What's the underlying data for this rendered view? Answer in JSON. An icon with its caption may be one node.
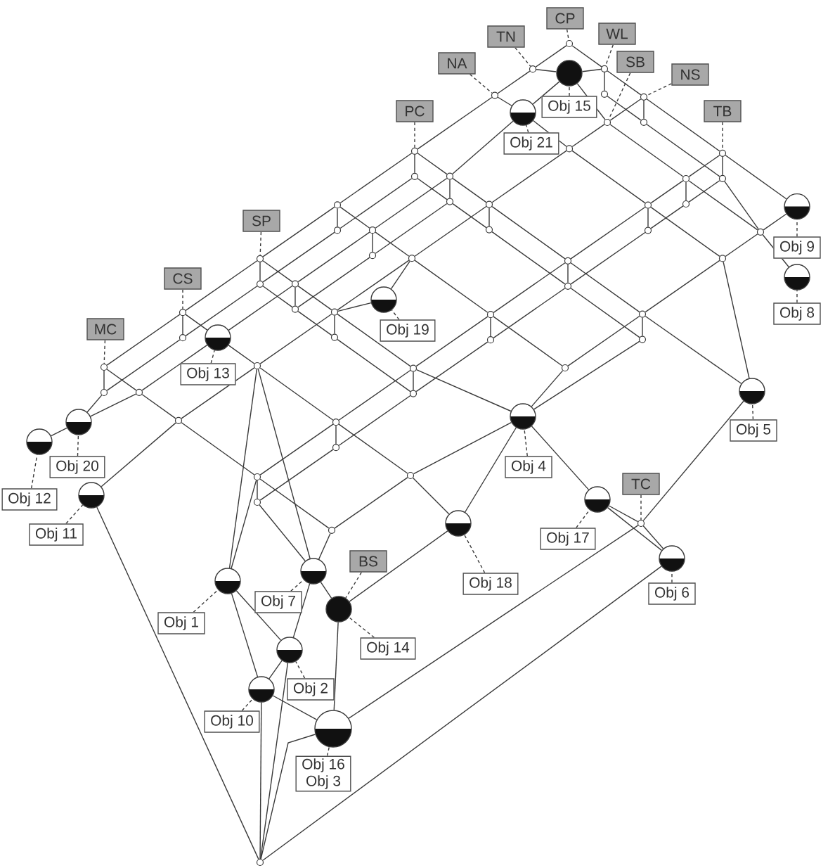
{
  "diagram": {
    "nodes": [
      {
        "text": [],
        "shape": "circle"
      },
      {
        "text": [],
        "shape": "circle"
      },
      {
        "text": [],
        "shape": "circle"
      },
      {
        "text": [],
        "shape": "circle"
      },
      {
        "text": [],
        "shape": "circle"
      },
      {
        "text": [],
        "shape": "circle"
      },
      {
        "text": [],
        "shape": "circle"
      },
      {
        "text": [],
        "shape": "circle"
      },
      {
        "text": [],
        "shape": "circle"
      },
      {
        "text": [],
        "shape": "circle"
      },
      {
        "text": [],
        "shape": "circle"
      },
      {
        "text": [],
        "shape": "circle"
      },
      {
        "text": [],
        "shape": "circle"
      },
      {
        "text": [],
        "shape": "circle"
      },
      {
        "text": [],
        "shape": "circle"
      },
      {
        "text": [],
        "shape": "circle"
      },
      {
        "text": [],
        "shape": "circle"
      },
      {
        "text": [],
        "shape": "circle"
      },
      {
        "text": [],
        "shape": "circle"
      },
      {
        "text": [],
        "shape": "circle"
      },
      {
        "text": [],
        "shape": "circle"
      },
      {
        "text": [],
        "shape": "circle"
      },
      {
        "text": [],
        "shape": "circle"
      },
      {
        "text": [],
        "shape": "circle"
      },
      {
        "text": [],
        "shape": "circle"
      },
      {
        "text": [],
        "shape": "circle"
      },
      {
        "text": [],
        "shape": "circle"
      },
      {
        "text": [],
        "shape": "circle"
      },
      {
        "text": [],
        "shape": "circle"
      },
      {
        "text": [],
        "shape": "circle"
      },
      {
        "text": [],
        "shape": "circle"
      },
      {
        "text": [],
        "shape": "circle"
      },
      {
        "text": [],
        "shape": "circle"
      },
      {
        "text": [],
        "shape": "circle"
      },
      {
        "text": [],
        "shape": "circle"
      },
      {
        "text": [],
        "shape": "circle"
      },
      {
        "text": [],
        "shape": "circle"
      },
      {
        "text": [],
        "shape": "circle"
      },
      {
        "text": [],
        "shape": "circle"
      },
      {
        "text": [],
        "shape": "circle"
      },
      {
        "text": [],
        "shape": "circle"
      },
      {
        "text": [],
        "shape": "circle"
      },
      {
        "text": [],
        "shape": "circle"
      },
      {
        "text": [],
        "shape": "circle"
      },
      {
        "text": [],
        "shape": "circle"
      },
      {
        "text": [],
        "shape": "circle"
      },
      {
        "text": [],
        "shape": "circle"
      },
      {
        "text": [],
        "shape": "circle"
      },
      {
        "text": [],
        "shape": "circle"
      },
      {
        "text": [],
        "shape": "circle"
      },
      {
        "text": [],
        "shape": "circle"
      },
      {
        "text": [],
        "shape": "circle"
      },
      {
        "text": [],
        "shape": "circle"
      },
      {
        "text": [],
        "shape": "circle"
      },
      {
        "text": [],
        "shape": "circle"
      },
      {
        "text": [],
        "shape": "circle"
      },
      {
        "text": [],
        "shape": "circle"
      },
      {
        "text": [
          "CP"
        ]
      },
      {
        "text": [
          "TN"
        ]
      },
      {
        "text": [
          "WL"
        ]
      },
      {
        "text": [
          "NA"
        ]
      },
      {
        "text": [
          "SB"
        ]
      },
      {
        "text": [
          "NS"
        ]
      },
      {
        "text": [
          "PC"
        ]
      },
      {
        "text": [
          "Obj 15"
        ]
      },
      {
        "text": [
          "TB"
        ]
      },
      {
        "text": [
          "Obj 21"
        ]
      },
      {
        "text": [
          "SP"
        ]
      },
      {
        "text": [
          "Obj 9"
        ]
      },
      {
        "text": [
          "CS"
        ]
      },
      {
        "text": [
          "Obj 8"
        ]
      },
      {
        "text": [
          "MC"
        ]
      },
      {
        "text": [
          "Obj 19"
        ]
      },
      {
        "text": [
          "Obj 13"
        ]
      },
      {
        "text": [
          "Obj 5"
        ]
      },
      {
        "text": [
          "Obj 4"
        ]
      },
      {
        "text": [
          "Obj 20"
        ]
      },
      {
        "text": [
          "TC"
        ]
      },
      {
        "text": [
          "Obj 12"
        ]
      },
      {
        "text": [
          "Obj 11"
        ]
      },
      {
        "text": [
          "Obj 17"
        ]
      },
      {
        "text": [
          "BS"
        ]
      },
      {
        "text": [
          "Obj 18"
        ]
      },
      {
        "text": [
          "Obj 6"
        ]
      },
      {
        "text": [
          "Obj 7"
        ]
      },
      {
        "text": [
          "Obj 1"
        ]
      },
      {
        "text": [
          "Obj 14"
        ]
      },
      {
        "text": [
          "Obj 2"
        ]
      },
      {
        "text": [
          "Obj 10"
        ]
      },
      {
        "text": [
          "Obj 16",
          "Obj 3"
        ]
      },
      {
        "text": [],
        "shape": "circle"
      },
      {
        "text": [],
        "shape": "circle"
      },
      {
        "text": [],
        "shape": "circle"
      },
      {
        "text": [],
        "shape": "circle"
      },
      {
        "text": [],
        "shape": "circle"
      },
      {
        "text": [],
        "shape": "circle"
      },
      {
        "text": [],
        "shape": "circle"
      },
      {
        "text": [],
        "shape": "circle"
      },
      {
        "text": [],
        "shape": "circle"
      },
      {
        "text": [],
        "shape": "circle"
      },
      {
        "text": [],
        "shape": "circle"
      },
      {
        "text": [],
        "shape": "circle"
      },
      {
        "text": [],
        "shape": "circle"
      },
      {
        "text": [],
        "shape": "circle"
      },
      {
        "text": [],
        "shape": "circle"
      },
      {
        "text": [],
        "shape": "circle"
      },
      {
        "text": [],
        "shape": "circle"
      },
      {
        "text": [],
        "shape": "circle"
      },
      {
        "text": [],
        "shape": "circle"
      },
      {
        "text": [],
        "shape": "circle"
      },
      {
        "text": [],
        "shape": "circle"
      }
    ],
    "edges": [
      {
        "from": 0,
        "to": 5,
        "arrow": "none"
      },
      {
        "from": 5,
        "to": 9,
        "arrow": "none"
      },
      {
        "from": 9,
        "to": 14,
        "arrow": "none"
      },
      {
        "from": 14,
        "to": 19,
        "arrow": "none"
      },
      {
        "from": 19,
        "to": 24,
        "arrow": "none"
      },
      {
        "from": 24,
        "to": 29,
        "arrow": "none"
      },
      {
        "from": 29,
        "to": 34,
        "arrow": "none"
      },
      {
        "from": 1,
        "to": 39,
        "arrow": "none"
      },
      {
        "from": 39,
        "to": 10,
        "arrow": "none"
      },
      {
        "from": 10,
        "to": 15,
        "arrow": "none"
      },
      {
        "from": 15,
        "to": 20,
        "arrow": "none"
      },
      {
        "from": 20,
        "to": 25,
        "arrow": "none"
      },
      {
        "from": 25,
        "to": 30,
        "arrow": "none"
      },
      {
        "from": 30,
        "to": 35,
        "arrow": "none"
      },
      {
        "from": 2,
        "to": 6,
        "arrow": "none"
      },
      {
        "from": 6,
        "to": 11,
        "arrow": "none"
      },
      {
        "from": 11,
        "to": 16,
        "arrow": "none"
      },
      {
        "from": 16,
        "to": 21,
        "arrow": "none"
      },
      {
        "from": 21,
        "to": 26,
        "arrow": "none"
      },
      {
        "from": 26,
        "to": 31,
        "arrow": "none"
      },
      {
        "from": 31,
        "to": 36,
        "arrow": "none"
      },
      {
        "from": 3,
        "to": 7,
        "arrow": "none"
      },
      {
        "from": 7,
        "to": 12,
        "arrow": "none"
      },
      {
        "from": 12,
        "to": 17,
        "arrow": "none"
      },
      {
        "from": 17,
        "to": 22,
        "arrow": "none"
      },
      {
        "from": 22,
        "to": 27,
        "arrow": "none"
      },
      {
        "from": 27,
        "to": 32,
        "arrow": "none"
      },
      {
        "from": 32,
        "to": 37,
        "arrow": "none"
      },
      {
        "from": 4,
        "to": 8,
        "arrow": "none"
      },
      {
        "from": 8,
        "to": 13,
        "arrow": "none"
      },
      {
        "from": 13,
        "to": 18,
        "arrow": "none"
      },
      {
        "from": 18,
        "to": 23,
        "arrow": "none"
      },
      {
        "from": 23,
        "to": 28,
        "arrow": "none"
      },
      {
        "from": 28,
        "to": 33,
        "arrow": "none"
      },
      {
        "from": 33,
        "to": 38,
        "arrow": "none"
      },
      {
        "from": 0,
        "to": 1,
        "arrow": "none"
      },
      {
        "from": 1,
        "to": 2,
        "arrow": "none"
      },
      {
        "from": 2,
        "to": 3,
        "arrow": "none"
      },
      {
        "from": 3,
        "to": 4,
        "arrow": "none"
      },
      {
        "from": 5,
        "to": 39,
        "arrow": "none"
      },
      {
        "from": 39,
        "to": 6,
        "arrow": "none"
      },
      {
        "from": 6,
        "to": 7,
        "arrow": "none"
      },
      {
        "from": 7,
        "to": 8,
        "arrow": "none"
      },
      {
        "from": 9,
        "to": 10,
        "arrow": "none"
      },
      {
        "from": 10,
        "to": 11,
        "arrow": "none"
      },
      {
        "from": 11,
        "to": 12,
        "arrow": "none"
      },
      {
        "from": 12,
        "to": 13,
        "arrow": "none"
      },
      {
        "from": 14,
        "to": 15,
        "arrow": "none"
      },
      {
        "from": 15,
        "to": 16,
        "arrow": "none"
      },
      {
        "from": 16,
        "to": 17,
        "arrow": "none"
      },
      {
        "from": 17,
        "to": 18,
        "arrow": "none"
      },
      {
        "from": 19,
        "to": 20,
        "arrow": "none"
      },
      {
        "from": 20,
        "to": 21,
        "arrow": "none"
      },
      {
        "from": 21,
        "to": 22,
        "arrow": "none"
      },
      {
        "from": 22,
        "to": 23,
        "arrow": "none"
      },
      {
        "from": 24,
        "to": 25,
        "arrow": "none"
      },
      {
        "from": 25,
        "to": 26,
        "arrow": "none"
      },
      {
        "from": 26,
        "to": 27,
        "arrow": "none"
      },
      {
        "from": 27,
        "to": 28,
        "arrow": "none"
      },
      {
        "from": 29,
        "to": 30,
        "arrow": "none"
      },
      {
        "from": 30,
        "to": 31,
        "arrow": "none"
      },
      {
        "from": 31,
        "to": 32,
        "arrow": "none"
      },
      {
        "from": 32,
        "to": 33,
        "arrow": "none"
      },
      {
        "from": 34,
        "to": 35,
        "arrow": "none"
      },
      {
        "from": 35,
        "to": 36,
        "arrow": "none"
      },
      {
        "from": 36,
        "to": 37,
        "arrow": "none"
      },
      {
        "from": 37,
        "to": 38,
        "arrow": "none"
      },
      {
        "from": 8,
        "to": 41,
        "arrow": "none"
      },
      {
        "from": 18,
        "to": 42,
        "arrow": "none"
      },
      {
        "from": 13,
        "to": 42,
        "arrow": "none"
      },
      {
        "from": 28,
        "to": 43,
        "arrow": "none"
      },
      {
        "from": 43,
        "to": 44,
        "arrow": "none"
      },
      {
        "from": 42,
        "to": 44,
        "arrow": "none"
      },
      {
        "from": 44,
        "to": 45,
        "arrow": "none"
      },
      {
        "from": 43,
        "to": 45,
        "arrow": "none"
      },
      {
        "from": 28,
        "to": 46,
        "arrow": "none"
      },
      {
        "from": 33,
        "to": 46,
        "arrow": "none"
      },
      {
        "from": 38,
        "to": 50,
        "arrow": "none"
      },
      {
        "from": 46,
        "to": 52,
        "arrow": "none"
      },
      {
        "from": 50,
        "to": 52,
        "arrow": "none"
      },
      {
        "from": 37,
        "to": 51,
        "arrow": "none"
      },
      {
        "from": 31,
        "to": 51,
        "arrow": "none"
      },
      {
        "from": 94,
        "to": 47,
        "arrow": "none"
      },
      {
        "from": 35,
        "to": 47,
        "arrow": "none"
      },
      {
        "from": 47,
        "to": 48,
        "arrow": "none"
      },
      {
        "from": 36,
        "to": 49,
        "arrow": "none"
      },
      {
        "from": 49,
        "to": 56,
        "arrow": "none"
      },
      {
        "from": 54,
        "to": 56,
        "arrow": "none"
      },
      {
        "from": 53,
        "to": 56,
        "arrow": "none"
      },
      {
        "from": 55,
        "to": 56,
        "arrow": "none"
      },
      {
        "from": 45,
        "to": 56,
        "arrow": "none"
      },
      {
        "from": 44,
        "to": 55,
        "arrow": "none"
      },
      {
        "from": 51,
        "to": 53,
        "arrow": "none"
      },
      {
        "from": 50,
        "to": 53,
        "arrow": "none"
      },
      {
        "from": 53,
        "to": 54,
        "arrow": "none"
      },
      {
        "from": 54,
        "to": 55,
        "arrow": "none"
      },
      {
        "from": 52,
        "to": 55,
        "arrow": "none"
      },
      {
        "from": 21,
        "to": 40,
        "arrow": "none"
      },
      {
        "from": 40,
        "to": 26,
        "arrow": "none"
      },
      {
        "from": 31,
        "to": 50,
        "arrow": "none"
      },
      {
        "from": 51,
        "to": 54,
        "arrow": "none"
      },
      {
        "from": 14,
        "to": 90,
        "arrow": "none"
      },
      {
        "from": 19,
        "to": 91,
        "arrow": "none"
      },
      {
        "from": 24,
        "to": 92,
        "arrow": "none"
      },
      {
        "from": 29,
        "to": 93,
        "arrow": "none"
      },
      {
        "from": 34,
        "to": 94,
        "arrow": "none"
      },
      {
        "from": 90,
        "to": 91,
        "arrow": "none"
      },
      {
        "from": 91,
        "to": 92,
        "arrow": "none"
      },
      {
        "from": 92,
        "to": 93,
        "arrow": "none"
      },
      {
        "from": 93,
        "to": 94,
        "arrow": "none"
      },
      {
        "from": 1,
        "to": 95,
        "arrow": "none"
      },
      {
        "from": 2,
        "to": 96,
        "arrow": "none"
      },
      {
        "from": 3,
        "to": 97,
        "arrow": "none"
      },
      {
        "from": 95,
        "to": 96,
        "arrow": "none"
      },
      {
        "from": 96,
        "to": 97,
        "arrow": "none"
      },
      {
        "from": 97,
        "to": 8,
        "arrow": "none"
      },
      {
        "from": 97,
        "to": 98,
        "arrow": "none"
      },
      {
        "from": 98,
        "to": 99,
        "arrow": "none"
      },
      {
        "from": 99,
        "to": 100,
        "arrow": "none"
      },
      {
        "from": 100,
        "to": 101,
        "arrow": "none"
      },
      {
        "from": 101,
        "to": 102,
        "arrow": "none"
      },
      {
        "from": 102,
        "to": 103,
        "arrow": "none"
      },
      {
        "from": 103,
        "to": 104,
        "arrow": "none"
      },
      {
        "from": 104,
        "to": 50,
        "arrow": "none"
      },
      {
        "from": 7,
        "to": 98,
        "arrow": "none"
      },
      {
        "from": 12,
        "to": 99,
        "arrow": "none"
      },
      {
        "from": 17,
        "to": 100,
        "arrow": "none"
      },
      {
        "from": 22,
        "to": 101,
        "arrow": "none"
      },
      {
        "from": 27,
        "to": 102,
        "arrow": "none"
      },
      {
        "from": 32,
        "to": 103,
        "arrow": "none"
      },
      {
        "from": 37,
        "to": 104,
        "arrow": "none"
      },
      {
        "from": 90,
        "to": 105,
        "arrow": "none"
      },
      {
        "from": 105,
        "to": 106,
        "arrow": "none"
      },
      {
        "from": 106,
        "to": 100,
        "arrow": "none"
      },
      {
        "from": 100,
        "to": 107,
        "arrow": "none"
      },
      {
        "from": 107,
        "to": 28,
        "arrow": "none"
      },
      {
        "from": 15,
        "to": 105,
        "arrow": "none"
      },
      {
        "from": 16,
        "to": 106,
        "arrow": "none"
      },
      {
        "from": 18,
        "to": 107,
        "arrow": "none"
      },
      {
        "from": 92,
        "to": 108,
        "arrow": "none"
      },
      {
        "from": 108,
        "to": 109,
        "arrow": "none"
      },
      {
        "from": 109,
        "to": 102,
        "arrow": "none"
      },
      {
        "from": 25,
        "to": 108,
        "arrow": "none"
      },
      {
        "from": 26,
        "to": 109,
        "arrow": "none"
      },
      {
        "from": 105,
        "to": 110,
        "arrow": "none"
      },
      {
        "from": 110,
        "to": 108,
        "arrow": "none"
      },
      {
        "from": 20,
        "to": 110,
        "arrow": "none"
      },
      {
        "from": 57,
        "to": 0,
        "arrow": "none",
        "style": "dashed"
      },
      {
        "from": 58,
        "to": 5,
        "arrow": "none",
        "style": "dashed"
      },
      {
        "from": 59,
        "to": 1,
        "arrow": "none",
        "style": "dashed"
      },
      {
        "from": 60,
        "to": 9,
        "arrow": "none",
        "style": "dashed"
      },
      {
        "from": 61,
        "to": 6,
        "arrow": "none",
        "style": "dashed"
      },
      {
        "from": 62,
        "to": 2,
        "arrow": "none",
        "style": "dashed"
      },
      {
        "from": 63,
        "to": 14,
        "arrow": "none",
        "style": "dashed"
      },
      {
        "from": 64,
        "to": 39,
        "arrow": "none",
        "style": "dashed"
      },
      {
        "from": 65,
        "to": 3,
        "arrow": "none",
        "style": "dashed"
      },
      {
        "from": 66,
        "to": 10,
        "arrow": "none",
        "style": "dashed"
      },
      {
        "from": 67,
        "to": 24,
        "arrow": "none",
        "style": "dashed"
      },
      {
        "from": 68,
        "to": 4,
        "arrow": "none",
        "style": "dashed"
      },
      {
        "from": 69,
        "to": 29,
        "arrow": "none",
        "style": "dashed"
      },
      {
        "from": 70,
        "to": 41,
        "arrow": "none",
        "style": "dashed"
      },
      {
        "from": 71,
        "to": 34,
        "arrow": "none",
        "style": "dashed"
      },
      {
        "from": 72,
        "to": 40,
        "arrow": "none",
        "style": "dashed"
      },
      {
        "from": 73,
        "to": 30,
        "arrow": "none",
        "style": "dashed"
      },
      {
        "from": 74,
        "to": 42,
        "arrow": "none",
        "style": "dashed"
      },
      {
        "from": 75,
        "to": 28,
        "arrow": "none",
        "style": "dashed"
      },
      {
        "from": 76,
        "to": 47,
        "arrow": "none",
        "style": "dashed"
      },
      {
        "from": 77,
        "to": 44,
        "arrow": "none",
        "style": "dashed"
      },
      {
        "from": 78,
        "to": 48,
        "arrow": "none",
        "style": "dashed"
      },
      {
        "from": 79,
        "to": 49,
        "arrow": "none",
        "style": "dashed"
      },
      {
        "from": 80,
        "to": 43,
        "arrow": "none",
        "style": "dashed"
      },
      {
        "from": 81,
        "to": 52,
        "arrow": "none",
        "style": "dashed"
      },
      {
        "from": 82,
        "to": 46,
        "arrow": "none",
        "style": "dashed"
      },
      {
        "from": 83,
        "to": 45,
        "arrow": "none",
        "style": "dashed"
      },
      {
        "from": 84,
        "to": 50,
        "arrow": "none",
        "style": "dashed"
      },
      {
        "from": 85,
        "to": 51,
        "arrow": "none",
        "style": "dashed"
      },
      {
        "from": 86,
        "to": 52,
        "arrow": "none",
        "style": "dashed"
      },
      {
        "from": 87,
        "to": 53,
        "arrow": "none",
        "style": "dashed"
      },
      {
        "from": 88,
        "to": 54,
        "arrow": "none",
        "style": "dashed"
      },
      {
        "from": 89,
        "to": 55,
        "arrow": "none",
        "style": "dashed"
      }
    ]
  }
}
